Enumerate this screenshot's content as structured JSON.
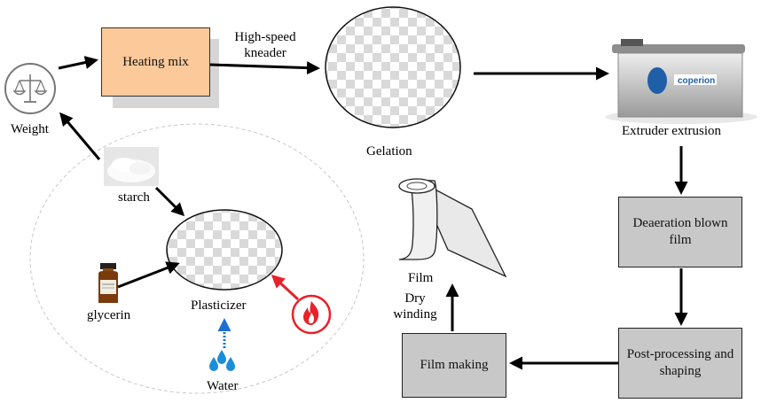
{
  "diagram": {
    "nodes": {
      "heating_mix": "Heating mix",
      "gelation": "Gelation",
      "extruder": "Extruder extrusion",
      "deaeration": "Deaeration blown film",
      "post_processing": "Post-processing and shaping",
      "film_making": "Film making",
      "film": "Film",
      "weight": "Weight",
      "starch": "starch",
      "glycerin": "glycerin",
      "plasticizer": "Plasticizer",
      "water": "Water"
    },
    "edge_labels": {
      "kneader_line1": "High-speed",
      "kneader_line2": "kneader",
      "dry_line1": "Dry",
      "dry_line2": "winding"
    },
    "machine_brand": "coperion",
    "icons": [
      "scale-icon",
      "fire-icon",
      "water-drops-icon",
      "glycerin-bottle-icon",
      "starch-powder-icon",
      "film-roll-icon",
      "extruder-machine-icon"
    ],
    "colors": {
      "heating_mix_fill": "#fbc99a",
      "process_box_fill": "#c8c8c8",
      "heat_arrow": "#e8212a",
      "water_arrow": "#1f6fd1",
      "water_drops": "#1a8fd8",
      "arrow": "#000000"
    }
  }
}
